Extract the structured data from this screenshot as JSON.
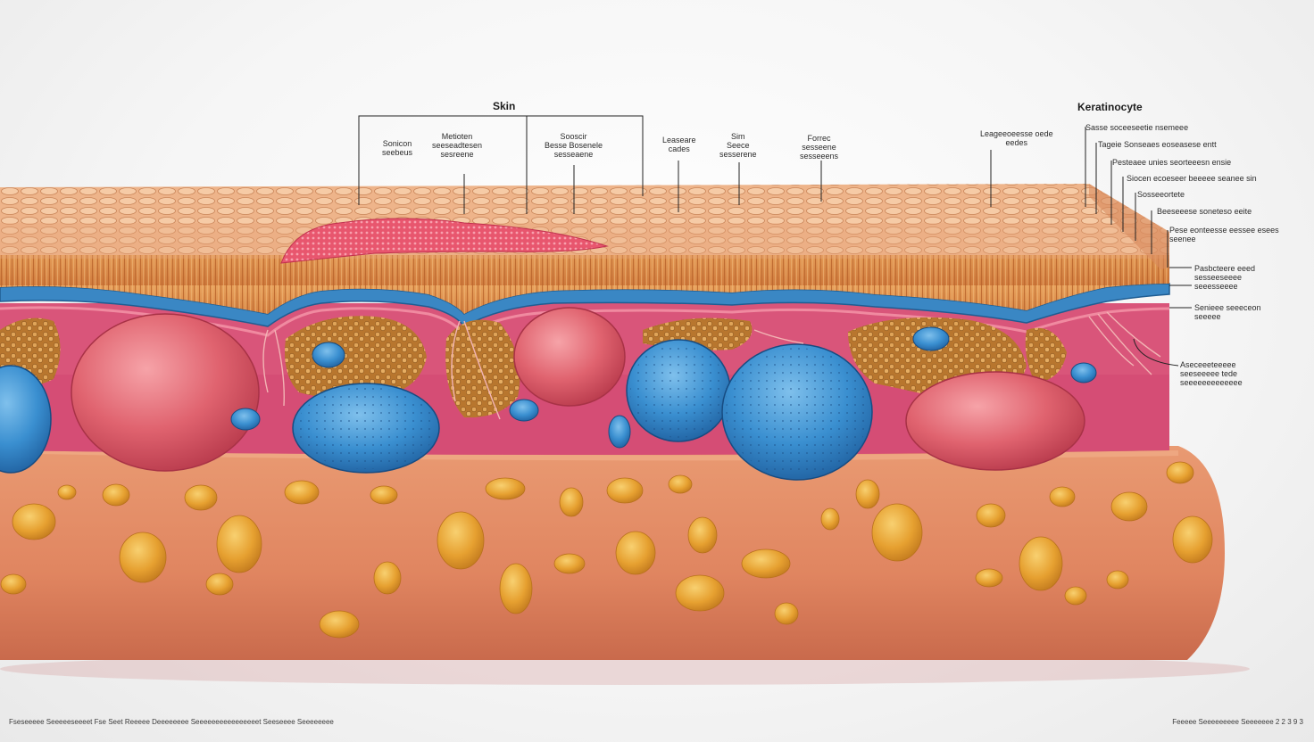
{
  "titles": {
    "center": "Skin",
    "right": "Keratinocyte"
  },
  "labels": {
    "l1": "Sonicon\nseebeus",
    "l2": "Metioten\nseeseadtesen\nsesreene",
    "l3": "Sooscir\nBesse Bosenele\nsesseaene",
    "l4": "Leaseare\ncades",
    "l5": "Sim\nSeece\nsesserene",
    "l6": "Forrec\nsesseene\nsesseeens",
    "l7": "Leageeoeesse oede\needes",
    "r1": "Sasse soceeseetie nsemeee",
    "r2": "Tageie Sonseaes eoseasese entt",
    "r3": "Pesteaee unies seorteeesn ensie",
    "r4": "Siocen ecoeseer beeeee seanee sin",
    "r5": "Sosseeortete",
    "r6": "Beeseeese soneteso eeite",
    "r7": "Pese eonteesse eessee esees\nseenee",
    "r8": "Pasbcteere eeed\nsesseeseeee\nseeesseeee",
    "r9": "Senieee seeeceon\nseeeee",
    "r10": "Aseceeeteeeee\nseeseeeee tede\nseeeeeeeeeeeee"
  },
  "footer": {
    "left": "Fseseeeee Seeeeeseeeet Fse Seet Reeeee Deeeeeeee Seeeeeeeeeeeeeeeet Seeseeee Seeeeeeee",
    "right": "Feeeee Seeeeeeeee Seeeeeee 2 2 3 9 3"
  },
  "colors": {
    "stratum_corneum": "#e8a878",
    "epidermis_fibers": "#d98a4e",
    "basement_blue": "#3a87c4",
    "dermis_pink": "#d9557a",
    "fat_orange": "#e0a030",
    "tissue_base": "#e6906a",
    "red_cell": "#e05a6a",
    "blue_cell": "#3b8fd0"
  }
}
